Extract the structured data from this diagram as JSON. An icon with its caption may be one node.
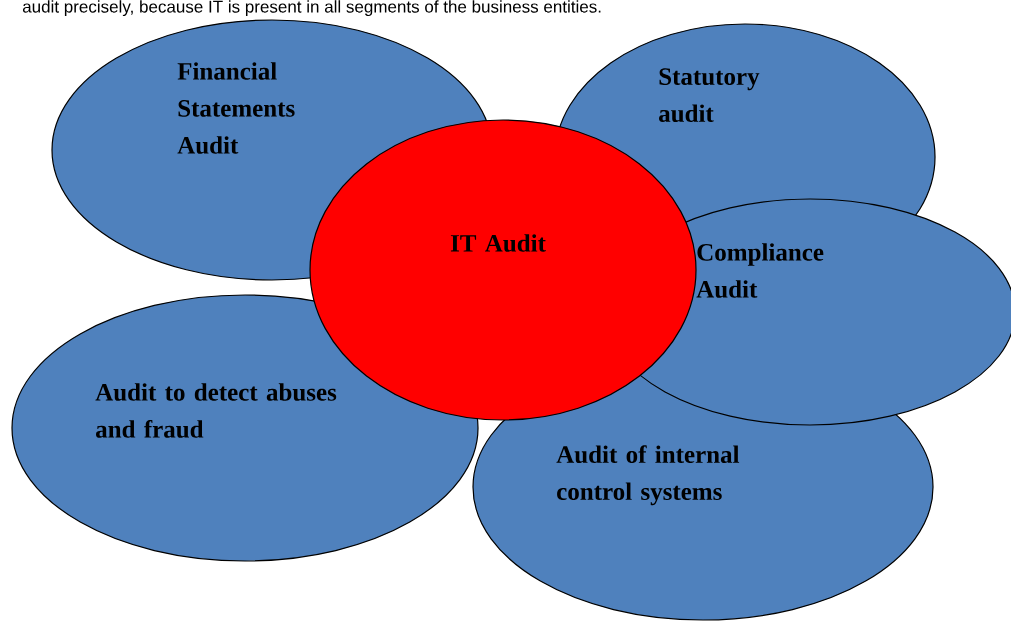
{
  "diagram": {
    "nodes": [
      {
        "text": [
          "Financial Statements Audit"
        ]
      },
      {
        "text": [
          "Statutory audit"
        ]
      },
      {
        "text": [
          "IT Audit"
        ]
      },
      {
        "text": [
          "Compliance Audit"
        ]
      },
      {
        "text": [
          "Audit to detect abuses and fraud"
        ]
      },
      {
        "text": [
          "Audit of internal control systems"
        ]
      }
    ],
    "labels": [
      "audit precisely, because IT is present in all segments of the business entities."
    ]
  }
}
